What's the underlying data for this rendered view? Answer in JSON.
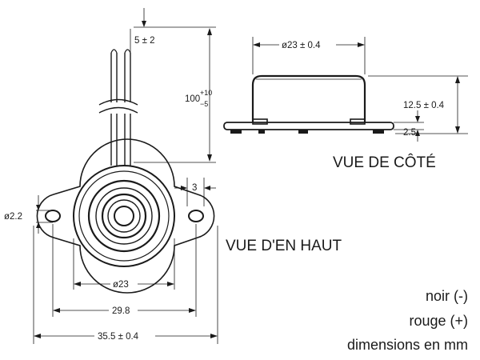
{
  "top_view": {
    "title": "VUE D'EN HAUT",
    "dim_lead_spacing": "5 ± 2",
    "dim_lead_length_base": "100",
    "dim_lead_length_tol_upper": "+10",
    "dim_lead_length_tol_lower": "−5",
    "dim_hole_diameter": "ø2.2",
    "dim_flange_edge": "3",
    "dim_body_diameter": "ø23",
    "dim_hole_spacing": "29.8",
    "dim_overall_width": "35.5 ± 0.4"
  },
  "side_view": {
    "title": "VUE DE CÔTÉ",
    "dim_diameter": "ø23 ± 0.4",
    "dim_height": "12.5 ± 0.4",
    "dim_flange": "2.5"
  },
  "legend": {
    "line_1": "noir (-)",
    "line_2": "rouge (+)",
    "line_3": "dimensions en mm"
  }
}
